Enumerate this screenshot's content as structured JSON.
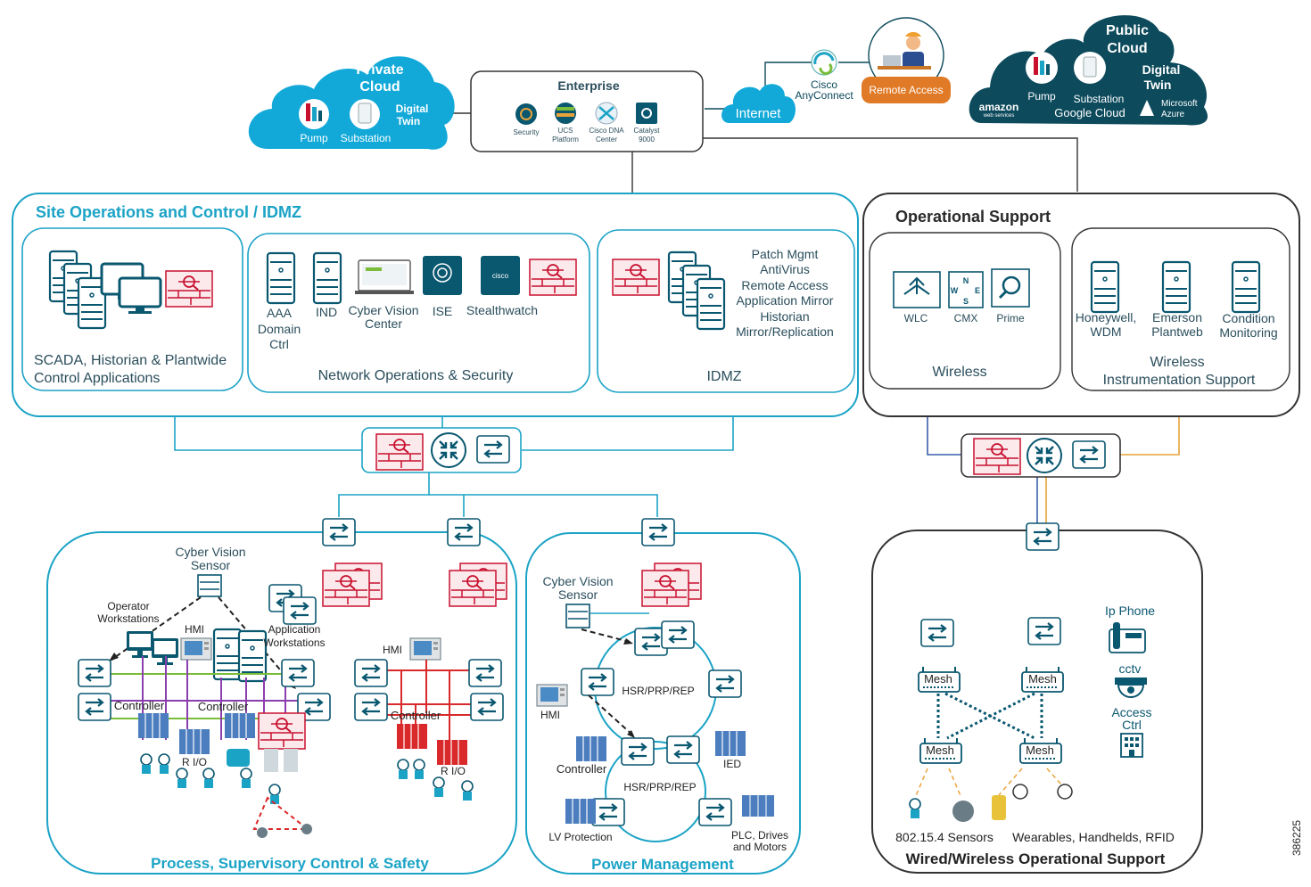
{
  "colors": {
    "cyan": "#1ba3c6",
    "teal_icon": "#0a5770",
    "cloud": "#12a9d9",
    "cloud_dark": "#0c4a5c",
    "firewall": "#c8102e",
    "orange": "#e07a26",
    "dark_frame": "#333333",
    "ladder_red": "#d9292a",
    "ladder_purple": "#8b3fae",
    "ladder_green": "#7bbd3a",
    "ladder_blue": "#4b7dbf",
    "gold": "#e8a33a"
  },
  "clouds": {
    "private": {
      "title": "Private Cloud",
      "pump": "Pump",
      "substation": "Substation",
      "digital_twin": "Digital Twin"
    },
    "public": {
      "title": "Public Cloud",
      "pump": "Pump",
      "substation": "Substation",
      "digital_twin": "Digital Twin",
      "aws": "amazon",
      "aws_sub": "web services",
      "gcloud": "Google Cloud",
      "azure": "Microsoft Azure"
    }
  },
  "enterprise": {
    "title": "Enterprise",
    "items": [
      "Security",
      "UCS Platform",
      "Cisco DNA Center",
      "Catalyst 9000"
    ]
  },
  "internet": {
    "label": "Internet",
    "anyconnect": "Cisco AnyConnect",
    "remote_access": "Remote Access"
  },
  "site_ops": {
    "title": "Site Operations and Control / IDMZ",
    "scada": "SCADA, Historian & Plantwide Control Applications",
    "netops": {
      "title": "Network Operations & Security",
      "aaa": "AAA Domain Ctrl",
      "ind": "IND",
      "cyber_vision": "Cyber Vision Center",
      "ise": "ISE",
      "stealthwatch": "Stealthwatch"
    },
    "idmz": {
      "title": "IDMZ",
      "services": [
        "Patch Mgmt",
        "AntiVirus",
        "Remote Access",
        "Application Mirror",
        "Historian",
        "Mirror/Replication"
      ]
    }
  },
  "op_support": {
    "title": "Operational Support",
    "wireless": {
      "title": "Wireless",
      "wlc": "WLC",
      "cmx": "CMX",
      "prime": "Prime"
    },
    "instrumentation": {
      "title": "Wireless Instrumentation Support",
      "honeywell": "Honeywell, WDM",
      "emerson": "Emerson Plantweb",
      "condition": "Condition Monitoring"
    }
  },
  "process": {
    "title": "Process, Supervisory Control & Safety",
    "cv_sensor": "Cyber Vision Sensor",
    "operator_ws": "Operator Workstations",
    "hmi": "HMI",
    "app_ws": "Application Workstations",
    "controller": "Controller",
    "rio": "R I/O",
    "hmi2": "HMI",
    "controller2": "Controller",
    "rio2": "R I/O"
  },
  "power": {
    "title": "Power Management",
    "cv_sensor": "Cyber Vision Sensor",
    "ring1": "HSR/PRP/REP",
    "ring2": "HSR/PRP/REP",
    "hmi": "HMI",
    "controller": "Controller",
    "ied": "IED",
    "lv": "LV Protection",
    "plc": "PLC, Drives and Motors"
  },
  "wired_wireless": {
    "title": "Wired/Wireless Operational Support",
    "mesh": "Mesh",
    "ip_phone": "Ip Phone",
    "cctv": "cctv",
    "access_ctrl": "Access Ctrl",
    "sensors": "802.15.4 Sensors",
    "wearables": "Wearables, Handhelds, RFID"
  },
  "figure_id": "386225"
}
